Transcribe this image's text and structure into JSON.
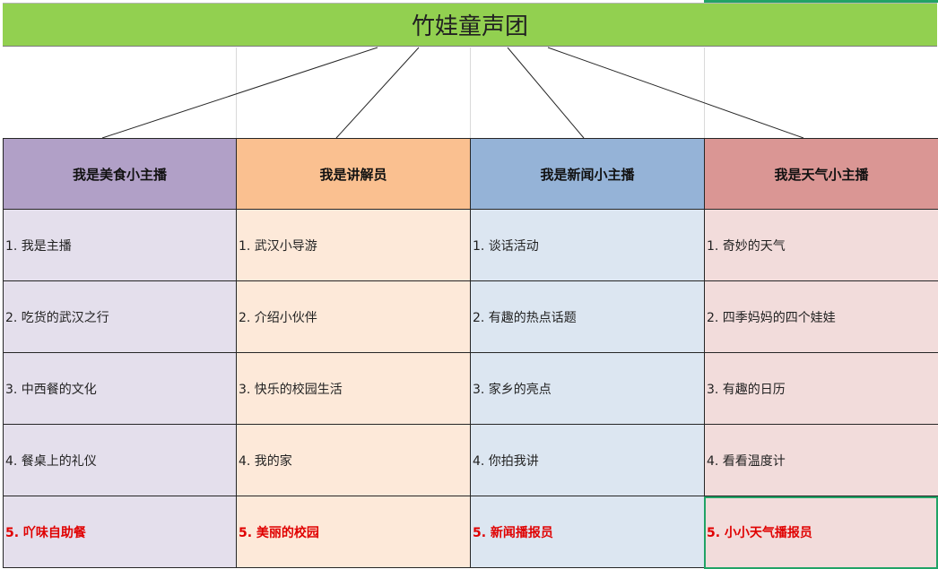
{
  "title": "竹娃童声团",
  "colors": {
    "title_bg": "#92d050",
    "selection": "#21a366",
    "red_text": "#e00000"
  },
  "columns": [
    {
      "header": "我是美食小主播",
      "header_bg": "#b1a0c7",
      "body_bg": "#e4dfec",
      "items": [
        "1. 我是主播",
        "2. 吃货的武汉之行",
        "3. 中西餐的文化",
        "4. 餐桌上的礼仪",
        "5. 吖味自助餐"
      ]
    },
    {
      "header": "我是讲解员",
      "header_bg": "#fac090",
      "body_bg": "#fde9d9",
      "items": [
        "1. 武汉小导游",
        "2. 介绍小伙伴",
        "3. 快乐的校园生活",
        "4. 我的家",
        "5. 美丽的校园"
      ]
    },
    {
      "header": "我是新闻小主播",
      "header_bg": "#95b3d7",
      "body_bg": "#dce6f1",
      "items": [
        "1. 谈话活动",
        "2. 有趣的热点话题",
        "3. 家乡的亮点",
        "4. 你拍我讲",
        "5. 新闻播报员"
      ]
    },
    {
      "header": "我是天气小主播",
      "header_bg": "#da9694",
      "body_bg": "#f2dcdb",
      "items": [
        "1. 奇妙的天气",
        "2. 四季妈妈的四个娃娃",
        "3. 有趣的日历",
        "4. 看看温度计",
        "5. 小小天气播报员"
      ]
    }
  ]
}
